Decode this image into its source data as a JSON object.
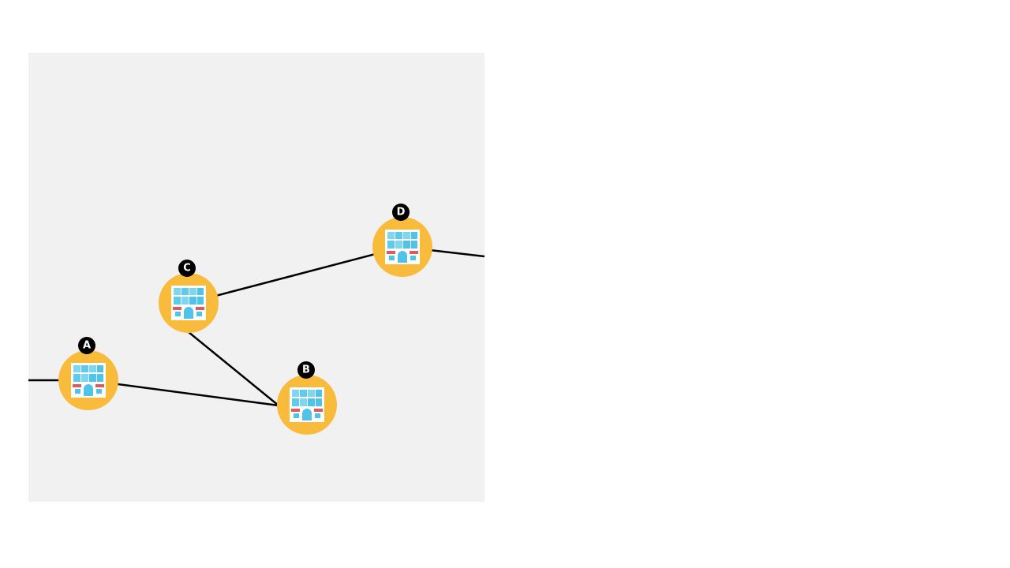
{
  "diagram": {
    "nodes": [
      {
        "id": "A",
        "label": "A",
        "icon": "building-icon"
      },
      {
        "id": "B",
        "label": "B",
        "icon": "building-icon"
      },
      {
        "id": "C",
        "label": "C",
        "icon": "building-icon"
      },
      {
        "id": "D",
        "label": "D",
        "icon": "building-icon"
      }
    ],
    "edges": [
      [
        "offscreen-left",
        "A"
      ],
      [
        "A",
        "B"
      ],
      [
        "C",
        "B"
      ],
      [
        "C",
        "D"
      ],
      [
        "D",
        "offscreen-right"
      ]
    ],
    "colors": {
      "node": "#f9bb3c",
      "edge": "#000000",
      "panel": "#f1f1f1",
      "glass": "#4fc3e8",
      "awning": "#e05a5a"
    }
  }
}
